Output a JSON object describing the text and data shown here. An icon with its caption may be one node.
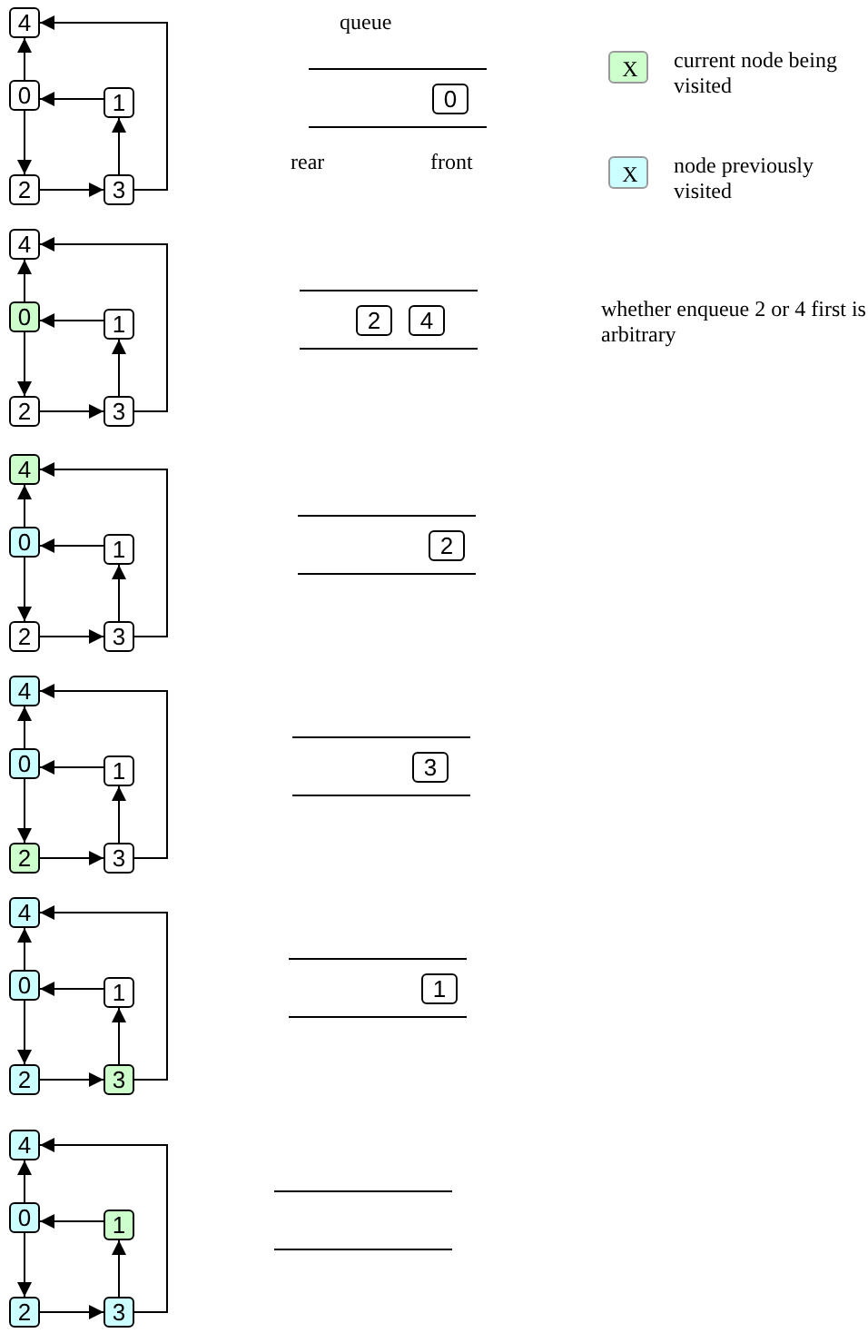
{
  "diagram": {
    "nodes": [
      {
        "text": [
          "4"
        ]
      },
      {
        "text": [
          "0"
        ]
      },
      {
        "text": [
          "1"
        ]
      },
      {
        "text": [
          "2"
        ]
      },
      {
        "text": [
          "3"
        ]
      },
      {
        "text": [
          "0"
        ]
      },
      {
        "text": [
          "4"
        ]
      },
      {
        "text": [
          "0"
        ]
      },
      {
        "text": [
          "1"
        ]
      },
      {
        "text": [
          "2"
        ]
      },
      {
        "text": [
          "3"
        ]
      },
      {
        "text": [
          "2"
        ]
      },
      {
        "text": [
          "4"
        ]
      },
      {
        "text": [
          "4"
        ]
      },
      {
        "text": [
          "0"
        ]
      },
      {
        "text": [
          "1"
        ]
      },
      {
        "text": [
          "2"
        ]
      },
      {
        "text": [
          "3"
        ]
      },
      {
        "text": [
          "2"
        ]
      },
      {
        "text": [
          "4"
        ]
      },
      {
        "text": [
          "0"
        ]
      },
      {
        "text": [
          "1"
        ]
      },
      {
        "text": [
          "2"
        ]
      },
      {
        "text": [
          "3"
        ]
      },
      {
        "text": [
          "3"
        ]
      },
      {
        "text": [
          "4"
        ]
      },
      {
        "text": [
          "0"
        ]
      },
      {
        "text": [
          "1"
        ]
      },
      {
        "text": [
          "2"
        ]
      },
      {
        "text": [
          "3"
        ]
      },
      {
        "text": [
          "1"
        ]
      },
      {
        "text": [
          "4"
        ]
      },
      {
        "text": [
          "0"
        ]
      },
      {
        "text": [
          "1"
        ]
      },
      {
        "text": [
          "2"
        ]
      },
      {
        "text": [
          "3"
        ]
      }
    ],
    "edges": [
      {
        "from": 1,
        "to": 0,
        "arrow": "to"
      },
      {
        "from": 1,
        "to": 3,
        "arrow": "to"
      },
      {
        "from": 3,
        "to": 4,
        "arrow": "to"
      },
      {
        "from": 4,
        "to": 2,
        "arrow": "to"
      },
      {
        "from": 2,
        "to": 1,
        "arrow": "to"
      },
      {
        "from": 4,
        "to": 0,
        "arrow": "to"
      },
      {
        "from": 7,
        "to": 6,
        "arrow": "to"
      },
      {
        "from": 7,
        "to": 9,
        "arrow": "to"
      },
      {
        "from": 9,
        "to": 10,
        "arrow": "to"
      },
      {
        "from": 10,
        "to": 8,
        "arrow": "to"
      },
      {
        "from": 8,
        "to": 7,
        "arrow": "to"
      },
      {
        "from": 10,
        "to": 6,
        "arrow": "to"
      },
      {
        "from": 14,
        "to": 13,
        "arrow": "to"
      },
      {
        "from": 14,
        "to": 16,
        "arrow": "to"
      },
      {
        "from": 16,
        "to": 17,
        "arrow": "to"
      },
      {
        "from": 17,
        "to": 15,
        "arrow": "to"
      },
      {
        "from": 15,
        "to": 14,
        "arrow": "to"
      },
      {
        "from": 17,
        "to": 13,
        "arrow": "to"
      },
      {
        "from": 20,
        "to": 19,
        "arrow": "to"
      },
      {
        "from": 20,
        "to": 22,
        "arrow": "to"
      },
      {
        "from": 22,
        "to": 23,
        "arrow": "to"
      },
      {
        "from": 23,
        "to": 21,
        "arrow": "to"
      },
      {
        "from": 21,
        "to": 20,
        "arrow": "to"
      },
      {
        "from": 23,
        "to": 19,
        "arrow": "to"
      },
      {
        "from": 26,
        "to": 25,
        "arrow": "to"
      },
      {
        "from": 26,
        "to": 28,
        "arrow": "to"
      },
      {
        "from": 28,
        "to": 29,
        "arrow": "to"
      },
      {
        "from": 29,
        "to": 27,
        "arrow": "to"
      },
      {
        "from": 27,
        "to": 26,
        "arrow": "to"
      },
      {
        "from": 29,
        "to": 25,
        "arrow": "to"
      },
      {
        "from": 32,
        "to": 31,
        "arrow": "to"
      },
      {
        "from": 32,
        "to": 34,
        "arrow": "to"
      },
      {
        "from": 34,
        "to": 35,
        "arrow": "to"
      },
      {
        "from": 35,
        "to": 33,
        "arrow": "to"
      },
      {
        "from": 33,
        "to": 32,
        "arrow": "to"
      },
      {
        "from": 35,
        "to": 31,
        "arrow": "to"
      }
    ],
    "labels": [
      "queue",
      "X",
      "X",
      "rear",
      "front",
      "whether enqueue 2 or 4 first is arbitrary"
    ],
    "legend": [
      {
        "text": "current node being visited",
        "color": "#ccffcc"
      },
      {
        "text": "node previously visited",
        "color": "#ccffff"
      }
    ]
  }
}
